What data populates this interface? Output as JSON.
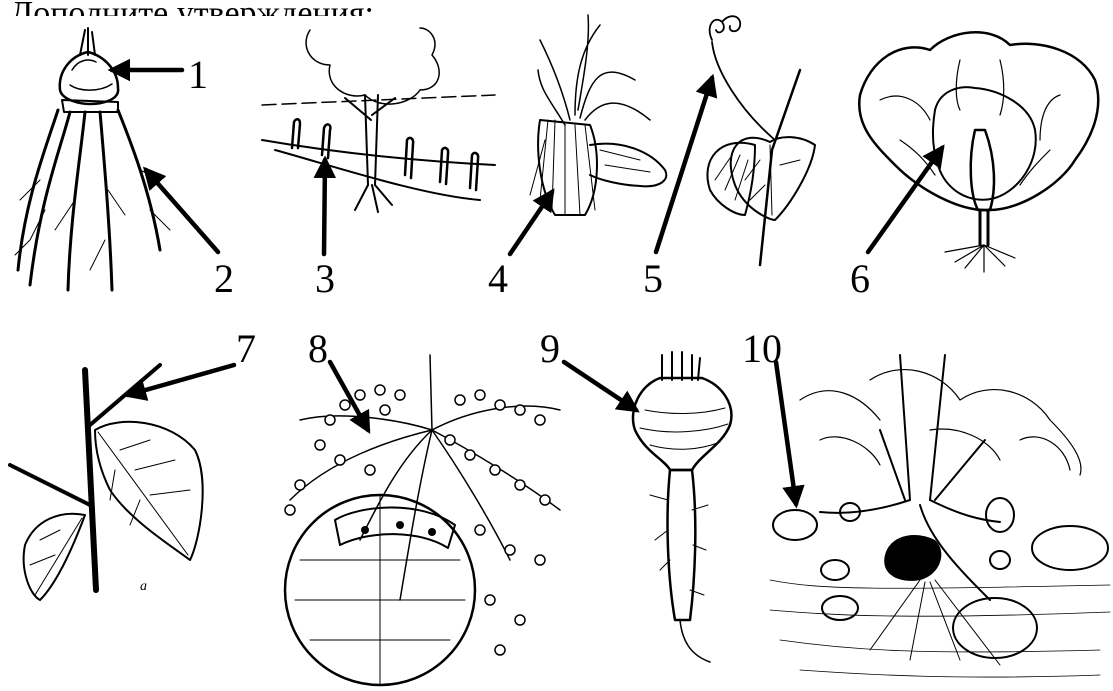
{
  "heading": "Дополните утверждения:",
  "labels": [
    "1",
    "2",
    "3",
    "4",
    "5",
    "6",
    "7",
    "8",
    "9",
    "10"
  ],
  "figure_a_caption": "а",
  "colors": {
    "ink": "#000000",
    "background": "#ffffff"
  }
}
